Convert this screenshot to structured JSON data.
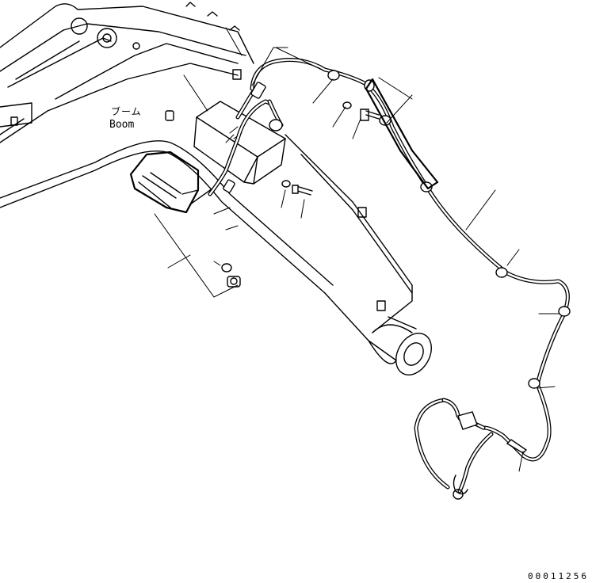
{
  "labels": {
    "boom_jp": "ブーム",
    "boom_en": "Boom"
  },
  "drawing_number": "00011256",
  "colors": {
    "line": "#000000",
    "background": "#ffffff"
  }
}
